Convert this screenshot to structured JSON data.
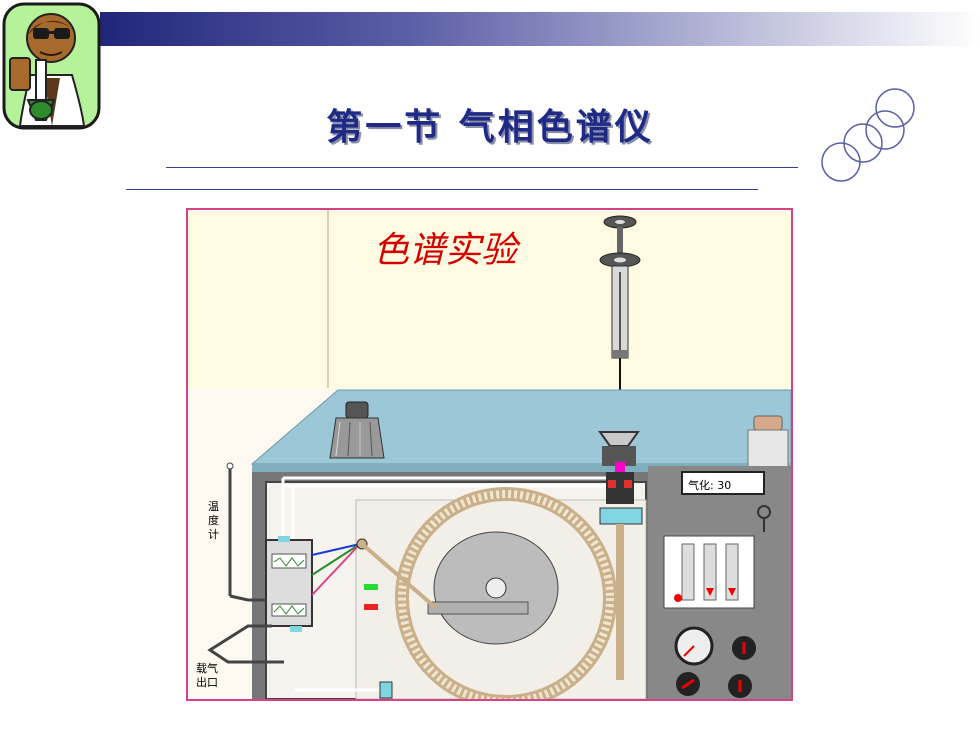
{
  "slide": {
    "title": "第一节 气相色谱仪"
  },
  "diagram": {
    "banner": "色谱实验",
    "vaporize_label": "气化: 30",
    "thermometer_label": [
      "温",
      "度",
      "计"
    ],
    "carrier_outlet_label": [
      "载气",
      "出口"
    ]
  },
  "colors": {
    "title": "#1f2a86",
    "banner": "#d40000",
    "frame": "#d6428a",
    "oven_top": "#9bc7d6",
    "gradient_dark": "#22267a"
  }
}
